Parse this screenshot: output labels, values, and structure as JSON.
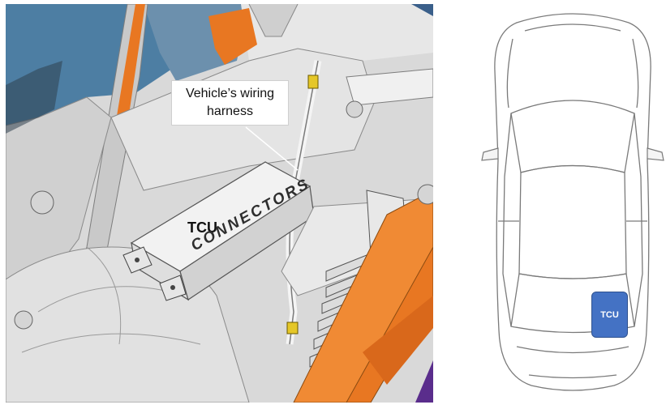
{
  "callout": {
    "line1": "Vehicle’s wiring",
    "line2": "harness"
  },
  "tcu_3d": {
    "label": "TCU",
    "connectors_text": "CONNECTORS"
  },
  "car_view": {
    "tcu_label": "TCU"
  },
  "colors": {
    "orange_trim": "#e87722",
    "tcu_box": "#4472c4",
    "sky_window": "#4a7fa8",
    "connector_yellow": "#e5c728",
    "purple_edge": "#5a2d8c"
  },
  "icons": [
    "vehicle-interior-cad-render",
    "car-top-view-outline"
  ]
}
